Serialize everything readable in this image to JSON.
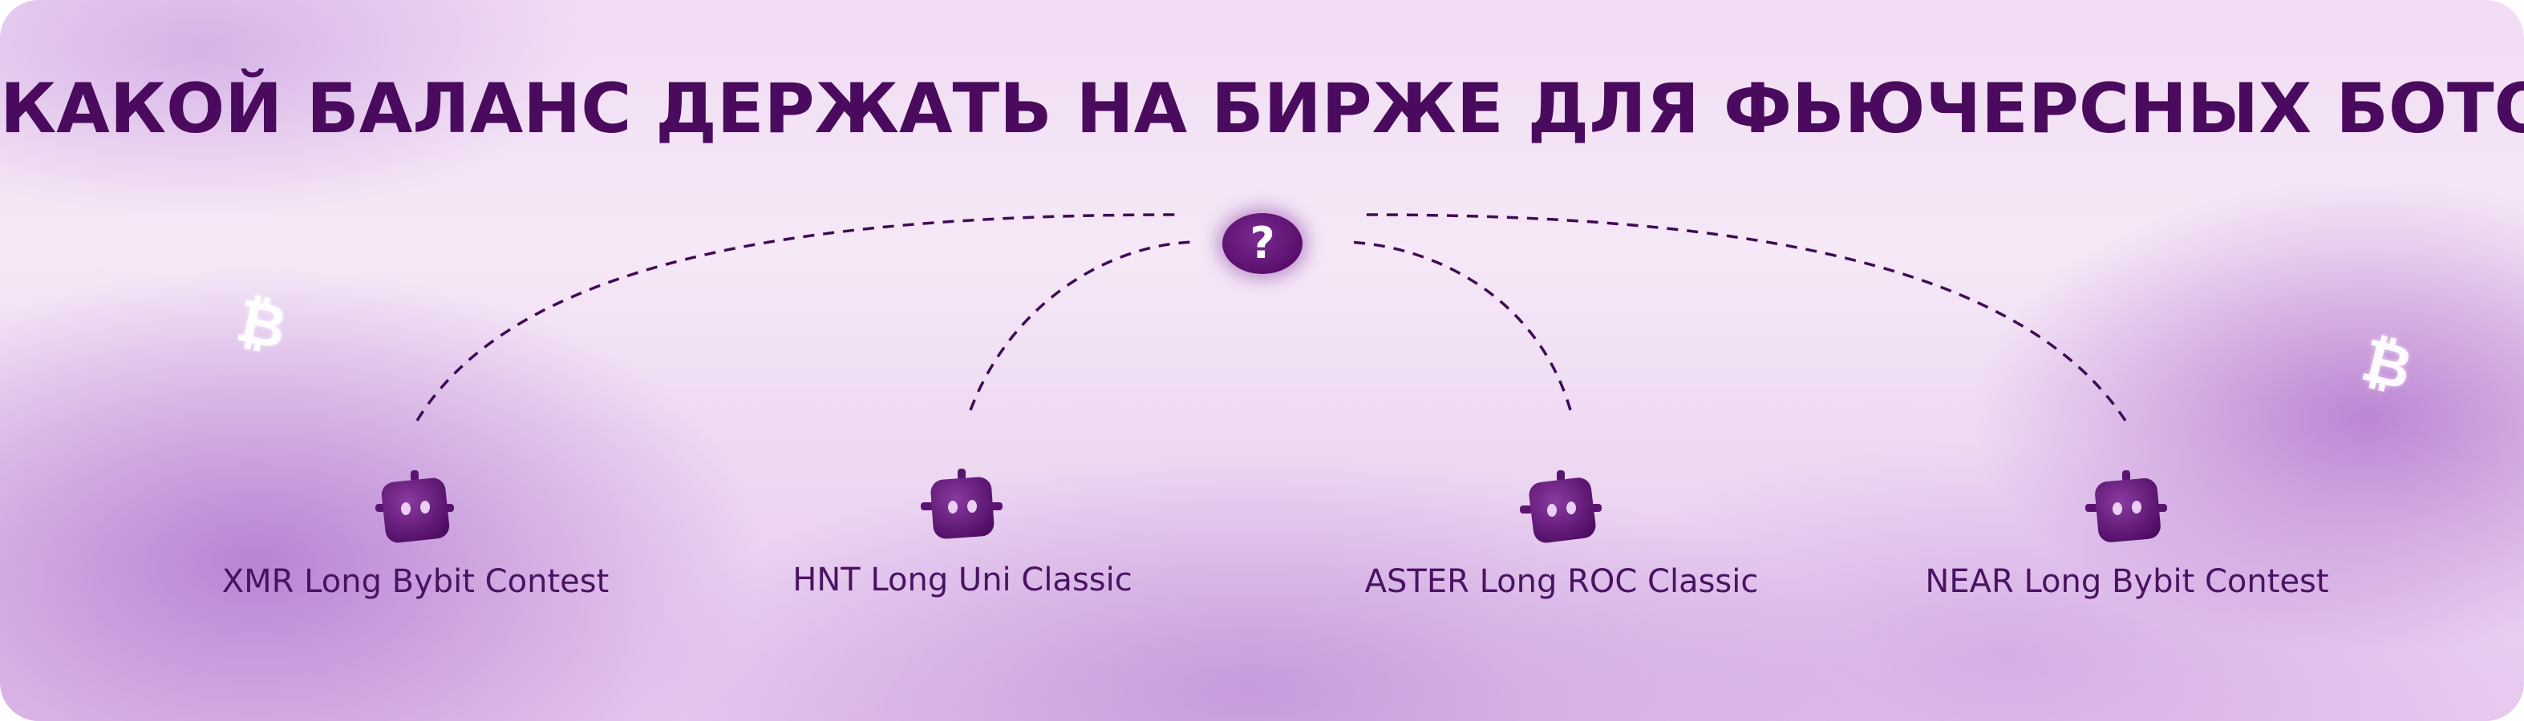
{
  "banner": {
    "title": "КАКОЙ БАЛАНС ДЕРЖАТЬ НА БИРЖЕ ДЛЯ ФЬЮЧЕРСНЫХ БОТОВ",
    "center_badge": {
      "icon": "question-mark-icon",
      "glyph": "?",
      "color": "#5a0f6e"
    },
    "decorations": [
      {
        "icon": "bitcoin-icon",
        "glyph": "₿"
      },
      {
        "icon": "bitcoin-icon",
        "glyph": "₿"
      }
    ],
    "bots": [
      {
        "label": "XMR Long Bybit Contest",
        "icon": "robot-icon"
      },
      {
        "label": "HNT Long Uni Classic",
        "icon": "robot-icon"
      },
      {
        "label": "ASTER Long ROC Classic",
        "icon": "robot-icon"
      },
      {
        "label": "NEAR Long Bybit Contest",
        "icon": "robot-icon"
      }
    ],
    "colors": {
      "title": "#4a0a5e",
      "label": "#4a1362",
      "robot": "#5a1470",
      "dash": "#3e0c55"
    }
  }
}
